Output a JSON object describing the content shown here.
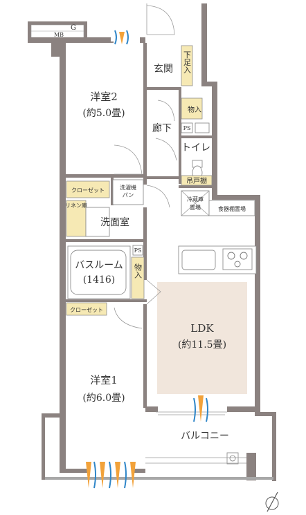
{
  "rooms": {
    "western_room_2": {
      "name": "洋室2",
      "size": "(約5.0畳)"
    },
    "western_room_1": {
      "name": "洋室1",
      "size": "(約6.0畳)"
    },
    "ldk": {
      "name": "LDK",
      "size": "(約11.5畳)"
    },
    "entrance": "玄関",
    "hallway": "廊下",
    "toilet": "トイレ",
    "washroom": "洗面室",
    "bathroom": {
      "name": "バスルーム",
      "size": "(1416)"
    },
    "balcony": "バルコニー"
  },
  "fixtures": {
    "shoe_box": "下足入",
    "storage_hall": "物入",
    "storage_bath": "物入",
    "hanging_shelf": "吊戸棚",
    "fridge_line1": "冷蔵庫",
    "fridge_line2": "置場",
    "dish_shelf": "食器棚置場",
    "washer_line1": "洗濯機",
    "washer_line2": "パン",
    "closet_top": "クローゼット",
    "closet_bottom": "クローゼット",
    "linen": "リネン庫",
    "ps_top": "PS",
    "ps_mid": "PS",
    "meter_box": "MB",
    "gas_meter": "G"
  },
  "colors": {
    "wall": "#8b8280",
    "ldk_highlight": "#f1e6dc",
    "closet_fill": "#f6e9b4",
    "airflow_orange": "#f2a23a",
    "airflow_blue": "#2f86c8"
  },
  "icons": [
    "north-arrow-icon",
    "airflow-arrow-icon",
    "sink-icon",
    "stove-icon",
    "toilet-icon",
    "bathtub-icon"
  ]
}
